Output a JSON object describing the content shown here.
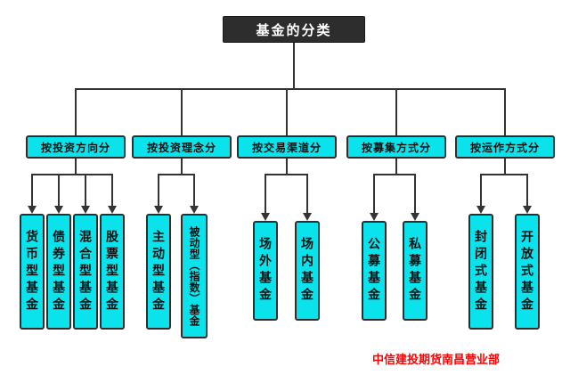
{
  "title": "基金的分类",
  "watermark": "中信建投期货南昌营业部",
  "colors": {
    "box_fill": "#0ae2ec",
    "box_border": "#2e2e2e",
    "root_fill": "#2d2d2d",
    "root_text": "#ffffff",
    "line": "#333333",
    "watermark": "#ff0000"
  },
  "groups": [
    {
      "label": "按投资方向分",
      "leaves": [
        "货币型基金",
        "债券型基金",
        "混合型基金",
        "股票型基金"
      ]
    },
    {
      "label": "按投资理念分",
      "leaves": [
        "主动型基金",
        "被动型（指数）基金"
      ]
    },
    {
      "label": "按交易渠道分",
      "leaves": [
        "场外基金",
        "场内基金"
      ]
    },
    {
      "label": "按募集方式分",
      "leaves": [
        "公募基金",
        "私募基金"
      ]
    },
    {
      "label": "按运作方式分",
      "leaves": [
        "封闭式基金",
        "开放式基金"
      ]
    }
  ]
}
